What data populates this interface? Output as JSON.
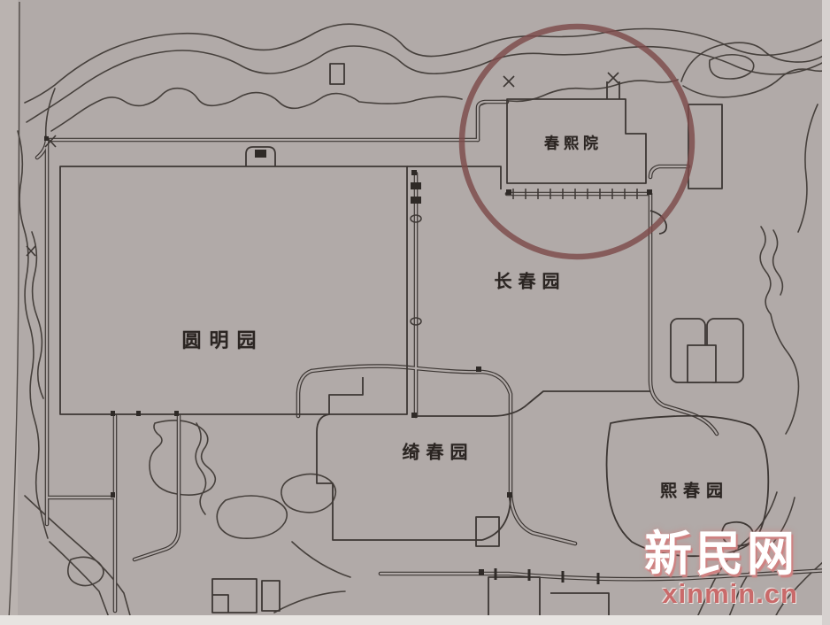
{
  "map": {
    "paper_color": "#b1aaa8",
    "ink_color": "#3d3734",
    "highlight_color": "#7d4a4a",
    "gardens": [
      {
        "id": "yuanmingyuan",
        "name": "圆明园"
      },
      {
        "id": "changchunyuan",
        "name": "长春园"
      },
      {
        "id": "qichunyuan",
        "name": "绮春园"
      },
      {
        "id": "xichunyuan",
        "name": "熙春园"
      },
      {
        "id": "chunxiyuan",
        "name": "春熙院"
      }
    ],
    "highlight": {
      "shape": "circle",
      "encircles": "chunxiyuan",
      "color": "#7d4a4a"
    }
  },
  "watermark": {
    "brand": "新民网",
    "domain": "xinmin.cn",
    "brand_color": "#ffffff",
    "domain_color": "#c96a6a"
  }
}
